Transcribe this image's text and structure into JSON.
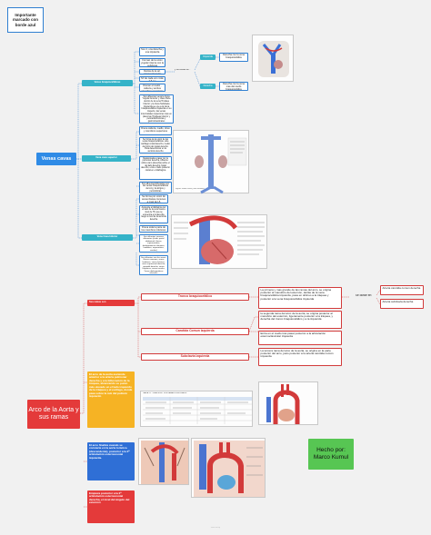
{
  "legend_note": "Importante marcado con borde azul",
  "venas": {
    "root": "Venas cavas",
    "braquio_label": "Venas braquiocefálicas",
    "superior_label": "Vena cava superior",
    "inferior_label": "Vena Cava Inferior",
    "braquio_notes": [
      "Son 2, una derecha y una izquierda",
      "Forman de la union yugular interna con la subclavia",
      "Detrás de la art. esternoclavicular",
      "Mª de cada uno mide 2.5 cm",
      "Drenan el cuello , cabeza y ambos miembros superiores"
    ],
    "izq_label": "Izquierda",
    "der_label": "Derecha",
    "se_divide": "y se divide en :",
    "izq_note": "Derecha con la vena braquiocefálica",
    "der_note": "Derecha con la vena mas del cuello braquiocefálica",
    "braquio_long": "Son afluentes vena la Vena Yugular Anterior y Vaso Parte dentro de la vena Tiroidea Inferior y la Vena Subclavia Izquierda se une a la Vena braquiocefálica izquierda en su trayecto, las venas intercostales superiores mas en plano las Tiroideas Inferior y pericardiofrénicas y gastrointestinales",
    "superior_notes": [
      "Drena  cabeza, cuello, tórax y miembros superiores",
      "Se forma de la union de las venas braquiocefálicas, ante cartilago costal derecho, medio del inicio del costal derecho. Para desembocar en la auricula derecha",
      "Relacionada a pasar por la pulmonar derecha, Afluente: ultimo vano (derecha) sobre el del lado derecho costal derecho, entre el lado posterior costal en el diafragma",
      "Sus afluentes/tributarias son las venas braquiocefálicas der-izq y la ázigos y pericárdicas"
    ],
    "inferior_notes": [
      "Se forma por union de venas ilíacas comunes a nivel de L5",
      "Asciende al diafragma por el lado de la vena cava a nivel de T8, que se encuentra a la derecha, luego a nivel de la aurícula derecha",
      "Drena toda la parte de los miembros inferiores",
      "Sus afluentes venosas diferentes (ácida, portal abdominal, ilíacas, suprarrenales, diafragmáticas inferiores, lumbares, espermática, renales)",
      "Sus afluentes son las venas: Ilíacas comunes, venas lumbares, venas frénicas, vena suprarrenal derecha, gonadal derecha, venas hepáticas, venas renales, Venas diafragmáticas inferiores"
    ],
    "fig_caption": "Figura: venas cavas y sus afluentes"
  },
  "arco": {
    "root": "Arco de la Aorta y sus ramas",
    "sus_ramas": "Sus ramas son",
    "ramas": [
      "Tronco braquiocefálico",
      "Carotida Comun Izquierda",
      "Subclavia Izquierda"
    ],
    "rama_notes": [
      "La primera y mas grande de las ramas del arco, se origina posterior al manubrio del esternón, detrás de la vena braquiocefálica izquierda, pasa en oblicuo a la tráquea y posterior a la vena braquiocefálica izquierda",
      "la segunda rama del arco de la aorta, se origina posterior al manubrio del esternón, ligeramente posterior a la tráquea, y derecha del tronco braquiocefálico y a la izquierda",
      "Entra en el cuello tras pasar posterior a la articulación esternoclavicular izquierda",
      "La tercera rama del arco de la aorta, se origina en la parte posterior del arco, justo posterior a la arteria carótida común izquierda"
    ],
    "se_divide": "Se divide en:",
    "divisiones": [
      "Arteria carotida comun derecha",
      "Arteria subclavia derecha"
    ],
    "left_yellow": "El arco de la aorta asciende anterior a la arteria pulmonar derecha y a la bifurcación de la tráquea, alcanzando su punto más elevado en el lado izquierdo de la tráquea y el esófago, donde pasa sobre la raíz del pulmón izquierdo",
    "left_blue": "El arco finaliza cuando se convierte en la aorta torácica (descendente), posterior a la 2ª articulación esternocostal izquierda.",
    "left_red": "Empieza posterior a la 2ª articulación esternocostal derecha, el nivel del ángulo del esternón",
    "table_title": "TABLA 1.1 - LA AORTA Y SUS RAMAS PRINCIPALES"
  },
  "signature": "Hecho por: Marco Kumul",
  "watermark": "GoConqr"
}
